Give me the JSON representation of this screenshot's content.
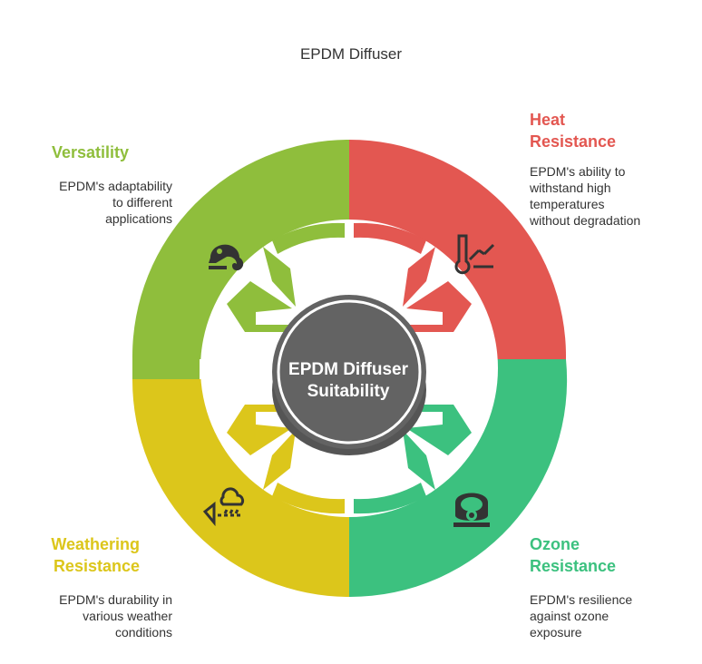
{
  "title": "EPDM Diffuser",
  "center": {
    "label": "EPDM Diffuser\nSuitability",
    "color": "#606060"
  },
  "segments": {
    "versatility": {
      "heading": "Versatility",
      "description": "EPDM's adaptability\nto different\napplications",
      "color": "#8FBE3C",
      "icon": "chameleon-icon"
    },
    "heat": {
      "heading": "Heat\nResistance",
      "description": "EPDM's ability to\nwithstand high\ntemperatures\nwithout degradation",
      "color": "#E35751",
      "icon": "thermometer-icon"
    },
    "weathering": {
      "heading": "Weathering\nResistance",
      "description": "EPDM's durability in\nvarious weather\nconditions",
      "color": "#DCC61B",
      "icon": "weather-icon"
    },
    "ozone": {
      "heading": "Ozone\nResistance",
      "description": "EPDM's resilience\nagainst ozone\nexposure",
      "color": "#3CC17F",
      "icon": "gas-mask-icon"
    }
  }
}
